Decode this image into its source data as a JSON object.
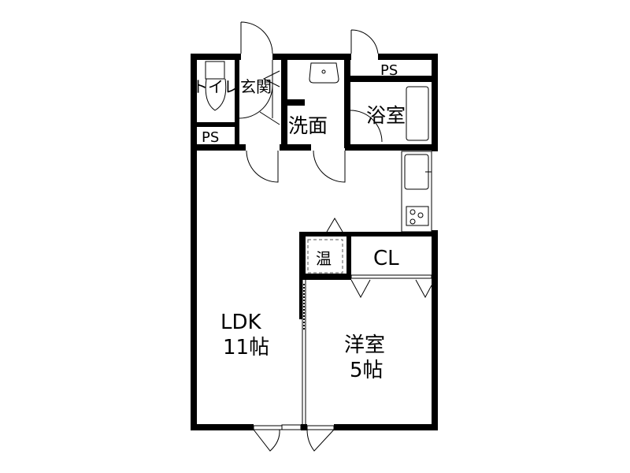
{
  "floor_plan": {
    "rooms": {
      "toilet": "トイレ",
      "entrance": "玄関",
      "washroom": "洗面",
      "bathroom": "浴室",
      "ps_top": "PS",
      "ps_left": "PS",
      "ldk_name": "LDK",
      "ldk_size": "11帖",
      "western_name": "洋室",
      "western_size": "5帖",
      "closet": "CL",
      "water_heater": "温"
    },
    "colors": {
      "wall": "#000000",
      "background": "#ffffff",
      "fixture": "#555555"
    }
  }
}
